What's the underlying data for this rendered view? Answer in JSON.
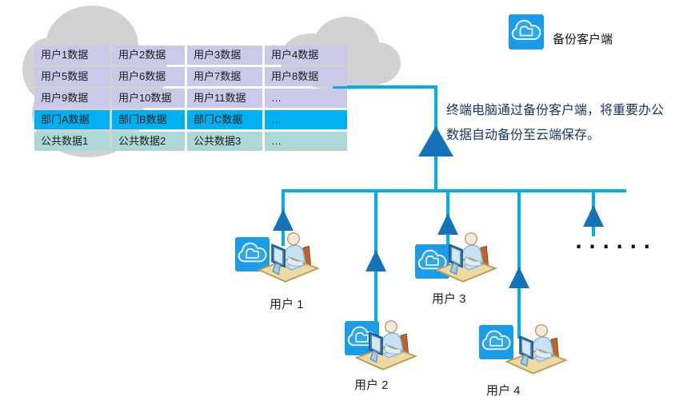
{
  "legend": {
    "label": "备份客户端",
    "icon": "cloud-folder-backup-icon"
  },
  "note": {
    "line1": "终端电脑通过备份客户端，将重要办公",
    "line2": "数据自动备份至云端保存。"
  },
  "cloud_table": {
    "rows": [
      {
        "style": "user",
        "cells": [
          "用户1数据",
          "用户2数据",
          "用户3数据",
          "用户4数据"
        ]
      },
      {
        "style": "user",
        "cells": [
          "用户5数据",
          "用户6数据",
          "用户7数据",
          "用户8数据"
        ]
      },
      {
        "style": "user",
        "cells": [
          "用户9数据",
          "用户10数据",
          "用户11数据",
          "…"
        ]
      },
      {
        "style": "dept",
        "cells": [
          "部门A数据",
          "部门B数据",
          "部门C数据",
          "…"
        ]
      },
      {
        "style": "public",
        "cells": [
          "公共数据1",
          "公共数据2",
          "公共数据3",
          "…"
        ]
      }
    ]
  },
  "users": [
    {
      "label": "用户 1"
    },
    {
      "label": "用户 2"
    },
    {
      "label": "用户 3"
    },
    {
      "label": "用户 4"
    }
  ],
  "more_users_ellipsis": "......",
  "colors": {
    "line_cyan": "#00AEEF",
    "arrow_blue": "#1372B8",
    "cloud_gray": "#D2D2D2",
    "row_user_bg": "#CACAE8",
    "row_dept_bg": "#00B0F0",
    "row_public_bg": "#ACD8D7",
    "backup_icon_blue": "#1B9CE8",
    "note_text_navy": "#17375D"
  }
}
